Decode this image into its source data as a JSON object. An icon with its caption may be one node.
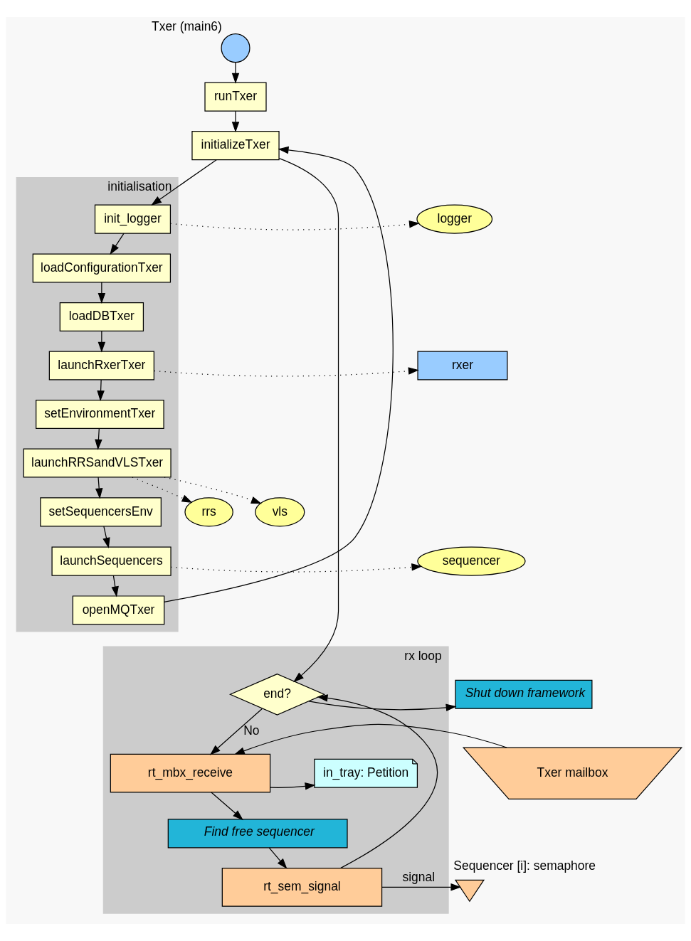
{
  "diagram": {
    "nodes": [
      {
        "text": [
          "Txer (main6)"
        ]
      },
      {
        "text": [
          "runTxer"
        ]
      },
      {
        "text": [
          "initializeTxer"
        ]
      },
      {
        "text": [
          "initialisation"
        ]
      },
      {
        "text": [
          "init_logger"
        ],
        "in": 3
      },
      {
        "text": [
          "loadConfigurationTxer"
        ],
        "in": 3
      },
      {
        "text": [
          "loadDBTxer"
        ],
        "in": 3
      },
      {
        "text": [
          "launchRxerTxer"
        ],
        "in": 3
      },
      {
        "text": [
          "setEnvironmentTxer"
        ],
        "in": 3
      },
      {
        "text": [
          "launchRRSandVLSTxer"
        ],
        "in": 3
      },
      {
        "text": [
          "setSequencersEnv"
        ],
        "in": 3
      },
      {
        "text": [
          "launchSequencers"
        ],
        "in": 3
      },
      {
        "text": [
          "openMQTxer"
        ],
        "in": 3
      },
      {
        "text": [
          "logger"
        ]
      },
      {
        "text": [
          "rxer"
        ]
      },
      {
        "text": [
          "rrs"
        ]
      },
      {
        "text": [
          "vls"
        ]
      },
      {
        "text": [
          "sequencer"
        ]
      },
      {
        "text": [
          "rx loop"
        ]
      },
      {
        "text": [
          "end?"
        ],
        "in": 18
      },
      {
        "text": [
          "rt_mbx_receive"
        ],
        "in": 18
      },
      {
        "text": [
          "Find free sequencer"
        ],
        "in": 18
      },
      {
        "text": [
          "rt_sem_signal"
        ],
        "in": 18
      },
      {
        "text": [
          "in_tray: Petition"
        ],
        "in": 18
      },
      {
        "text": [
          "Shut down framework"
        ]
      },
      {
        "text": [
          "Txer mailbox"
        ]
      },
      {
        "text": [],
        "shape": "hourglass",
        "beside": [
          "Sequencer [i]: semaphore"
        ]
      }
    ],
    "edges": [
      {
        "from": 0,
        "to": 1,
        "arrow": "to"
      },
      {
        "from": 1,
        "to": 2,
        "arrow": "to"
      },
      {
        "from": 2,
        "to": 4,
        "arrow": "to"
      },
      {
        "from": 4,
        "to": 5,
        "arrow": "to"
      },
      {
        "from": 5,
        "to": 6,
        "arrow": "to"
      },
      {
        "from": 6,
        "to": 7,
        "arrow": "to"
      },
      {
        "from": 7,
        "to": 8,
        "arrow": "to"
      },
      {
        "from": 8,
        "to": 9,
        "arrow": "to"
      },
      {
        "from": 9,
        "to": 10,
        "arrow": "to"
      },
      {
        "from": 10,
        "to": 11,
        "arrow": "to"
      },
      {
        "from": 11,
        "to": 12,
        "arrow": "to"
      },
      {
        "from": 12,
        "to": 2,
        "arrow": "to"
      },
      {
        "from": 4,
        "to": 13,
        "arrow": "to",
        "style": "dashed"
      },
      {
        "from": 7,
        "to": 14,
        "arrow": "to",
        "style": "dashed"
      },
      {
        "from": 9,
        "to": 15,
        "arrow": "to",
        "style": "dashed"
      },
      {
        "from": 9,
        "to": 16,
        "arrow": "to",
        "style": "dashed"
      },
      {
        "from": 11,
        "to": 17,
        "arrow": "to",
        "style": "dashed"
      },
      {
        "from": 2,
        "to": 19,
        "arrow": "to"
      },
      {
        "from": 19,
        "to": 24,
        "arrow": "to"
      },
      {
        "from": 19,
        "to": 20,
        "arrow": "to",
        "label": "No"
      },
      {
        "from": 20,
        "to": 23,
        "arrow": "to"
      },
      {
        "from": 25,
        "to": 20,
        "arrow": "to"
      },
      {
        "from": 20,
        "to": 21,
        "arrow": "to"
      },
      {
        "from": 21,
        "to": 22,
        "arrow": "to"
      },
      {
        "from": 22,
        "to": 19,
        "arrow": "to"
      },
      {
        "from": 22,
        "to": 26,
        "arrow": "to",
        "label": "signal"
      }
    ]
  }
}
